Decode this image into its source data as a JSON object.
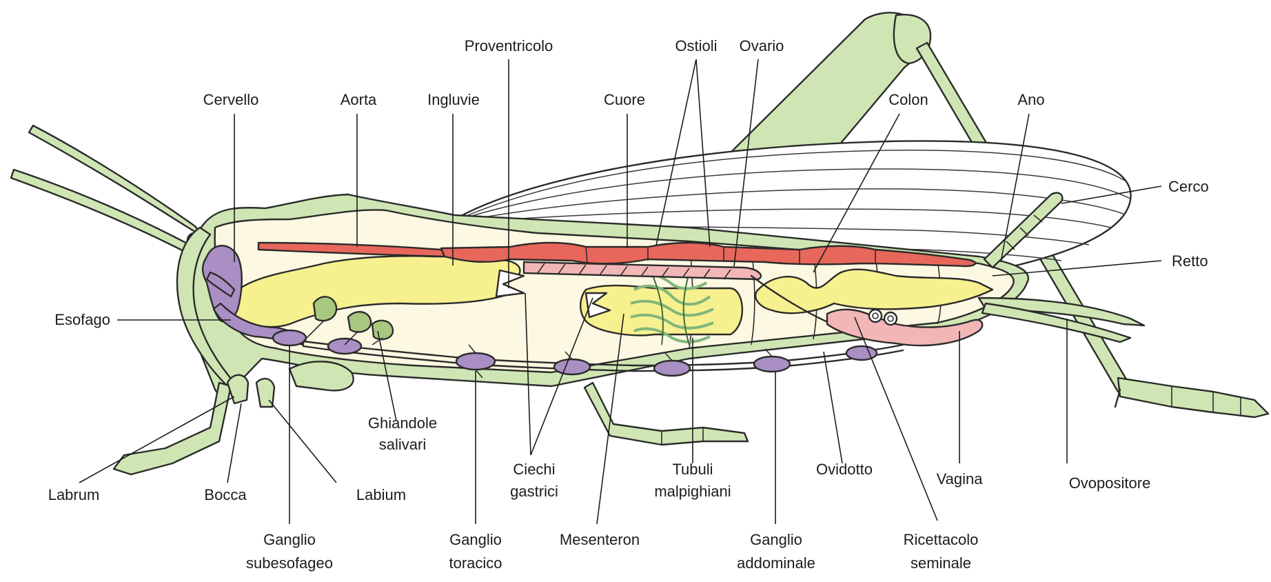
{
  "labels": {
    "cervello": "Cervello",
    "aorta": "Aorta",
    "ingluvie": "Ingluvie",
    "proventricolo": "Proventricolo",
    "cuore": "Cuore",
    "ostioli": "Ostioli",
    "ovario": "Ovario",
    "colon": "Colon",
    "ano": "Ano",
    "cerco": "Cerco",
    "retto": "Retto",
    "esofago": "Esofago",
    "ghiandole_1": "Ghiandole",
    "ghiandole_2": "salivari",
    "ciechi_1": "Ciechi",
    "ciechi_2": "gastrici",
    "tubuli_1": "Tubuli",
    "tubuli_2": "malpighiani",
    "ovidotto": "Ovidotto",
    "vagina": "Vagina",
    "ovopositore": "Ovopositore",
    "labrum": "Labrum",
    "bocca": "Bocca",
    "labium": "Labium",
    "ganglio_sub_1": "Ganglio",
    "ganglio_sub_2": "subesofageo",
    "ganglio_tor_1": "Ganglio",
    "ganglio_tor_2": "toracico",
    "mesenteron": "Mesenteron",
    "ganglio_add_1": "Ganglio",
    "ganglio_add_2": "addominale",
    "ricettacolo_1": "Ricettacolo",
    "ricettacolo_2": "seminale"
  },
  "colors": {
    "exoskeleton": "#cfe6b4",
    "body_fill": "#fdf8e2",
    "gut": "#f7f08e",
    "heart": "#e8675b",
    "nerve": "#a98fc4",
    "ovary": "#f2b6b6",
    "malpighian": "#7fb67a",
    "salivary": "#a9c77e"
  }
}
